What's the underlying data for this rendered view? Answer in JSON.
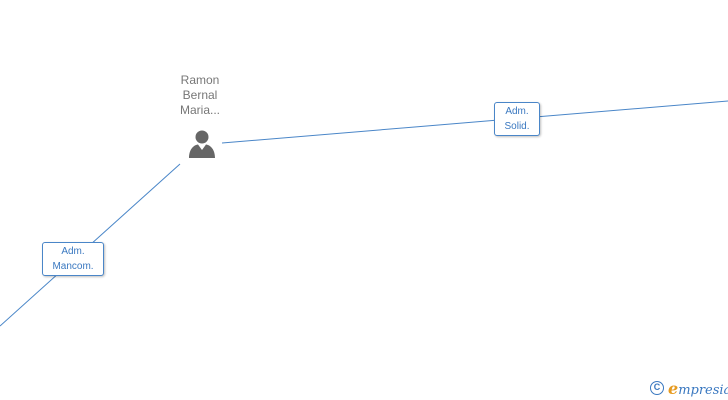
{
  "person": {
    "name_lines": [
      "Ramon",
      "Bernal",
      "Maria..."
    ],
    "icon": "person-icon"
  },
  "relations": [
    {
      "role_lines": [
        "Adm.",
        "Solid."
      ]
    },
    {
      "role_lines": [
        "Adm.",
        "Mancom."
      ]
    }
  ],
  "brand": {
    "copyright_symbol": "C",
    "first_letter": "e",
    "rest": "mpresia"
  },
  "colors": {
    "edge": "#4a86c8",
    "label_text": "#3a78c0",
    "name_text": "#777777",
    "person_icon": "#666666",
    "brand_accent": "#e69a1f"
  }
}
